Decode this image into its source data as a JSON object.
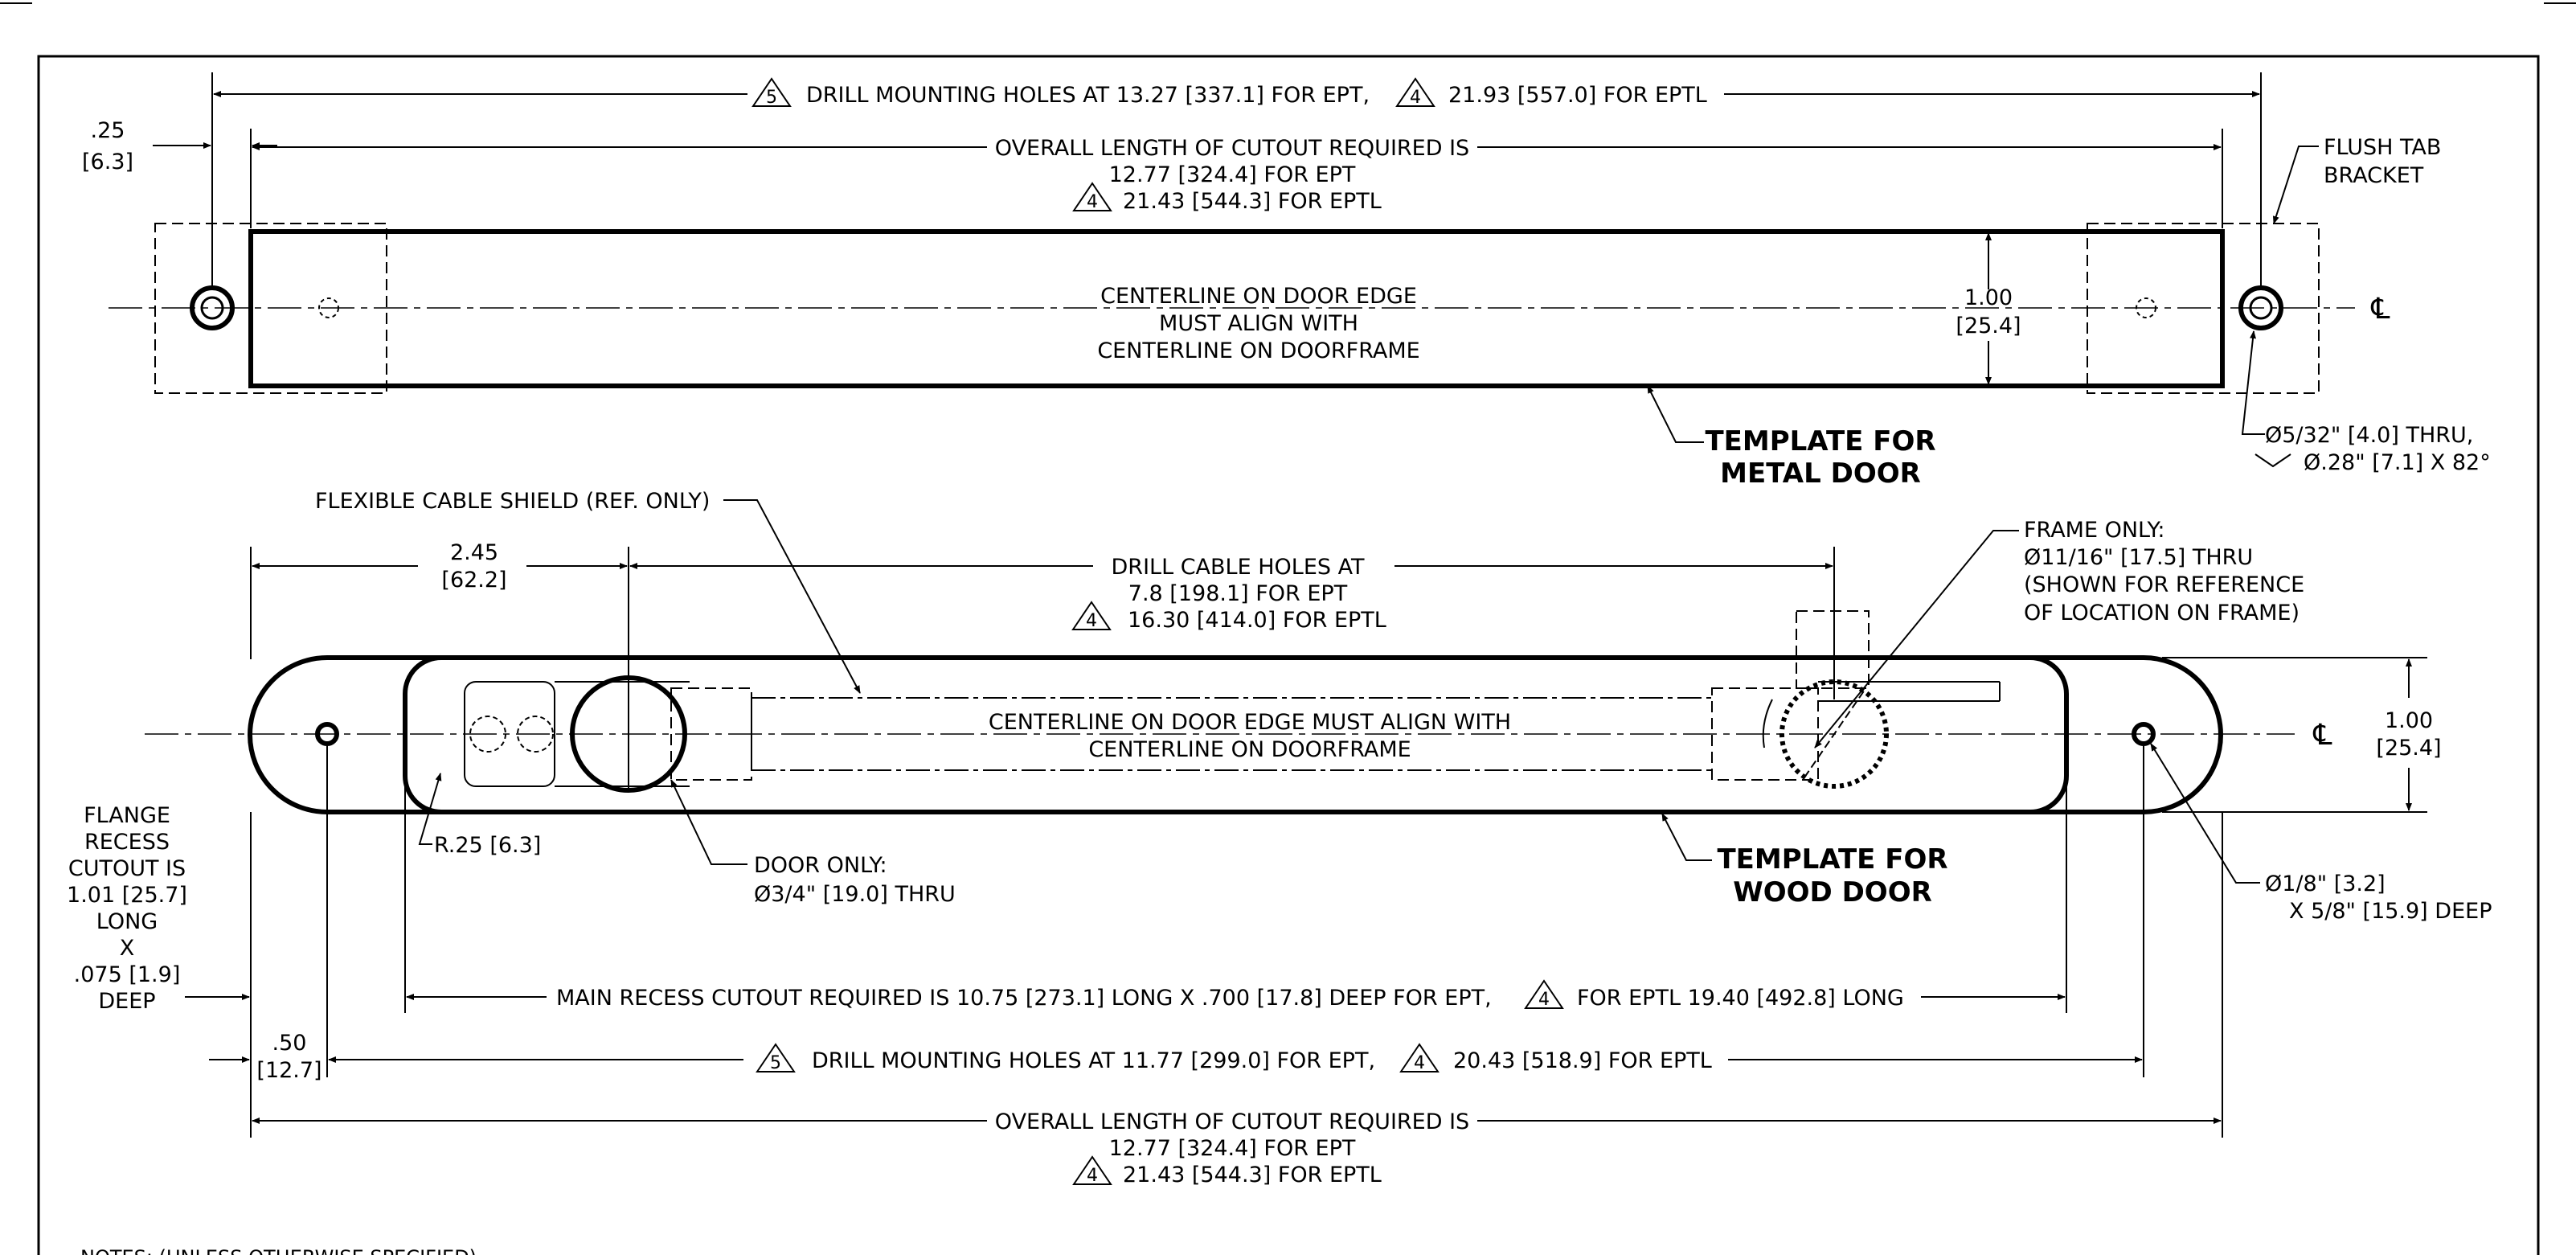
{
  "metal_door": {
    "top_dim": {
      "flag_1": "5",
      "text_1": "DRILL MOUNTING HOLES AT 13.27 [337.1] FOR EPT,",
      "flag_2": "4",
      "text_2": "21.93 [557.0] FOR EPTL"
    },
    "edge_offset": {
      "inch": ".25",
      "mm": "[6.3]"
    },
    "overall": {
      "line1": "OVERALL LENGTH OF CUTOUT REQUIRED IS",
      "line2": "12.77 [324.4] FOR EPT",
      "flag": "4",
      "line3": "21.43 [544.3] FOR EPTL"
    },
    "flush_tab": {
      "line1": "FLUSH TAB",
      "line2": "BRACKET"
    },
    "centerline_note": {
      "line1": "CENTERLINE ON DOOR EDGE",
      "line2": "MUST ALIGN WITH",
      "line3": "CENTERLINE ON DOORFRAME"
    },
    "height_dim": {
      "inch": "1.00",
      "mm": "[25.4]"
    },
    "cl_symbol": "℄",
    "hole_note": {
      "line1": "Ø5/32\" [4.0] THRU,",
      "line2": "Ø.28\" [7.1] X 82°"
    },
    "title": {
      "line1": "TEMPLATE FOR",
      "line2": "METAL DOOR"
    }
  },
  "wood_door": {
    "shield_label": "FLEXIBLE CABLE SHIELD (REF. ONLY)",
    "dim_245": {
      "inch": "2.45",
      "mm": "[62.2]"
    },
    "cable_holes": {
      "line1": "DRILL CABLE HOLES AT",
      "line2": "7.8 [198.1] FOR EPT",
      "flag": "4",
      "line3": "16.30 [414.0] FOR EPTL"
    },
    "frame_only": {
      "line1": "FRAME ONLY:",
      "line2": "Ø11/16\" [17.5] THRU",
      "line3": "(SHOWN FOR REFERENCE",
      "line4": "OF LOCATION ON FRAME)"
    },
    "centerline_note": {
      "line1": "CENTERLINE ON DOOR EDGE MUST ALIGN WITH",
      "line2": "CENTERLINE ON DOORFRAME"
    },
    "height_dim": {
      "inch": "1.00",
      "mm": "[25.4]"
    },
    "cl_symbol": "℄",
    "flange": {
      "line1": "FLANGE",
      "line2": "RECESS",
      "line3": "CUTOUT IS",
      "line4": "1.01 [25.7]",
      "line5": "LONG",
      "line6": "X",
      "line7": ".075 [1.9]",
      "line8": "DEEP"
    },
    "radius": "R.25 [6.3]",
    "door_only": {
      "line1": "DOOR ONLY:",
      "line2": "Ø3/4\" [19.0] THRU"
    },
    "title": {
      "line1": "TEMPLATE FOR",
      "line2": "WOOD DOOR"
    },
    "small_hole": {
      "line1": "Ø1/8\" [3.2]",
      "line2": "X 5/8\" [15.9] DEEP"
    },
    "main_recess": {
      "text_1": "MAIN RECESS CUTOUT REQUIRED IS 10.75 [273.1] LONG X .700 [17.8] DEEP FOR EPT,",
      "flag": "4",
      "text_2": "FOR EPTL 19.40 [492.8] LONG"
    },
    "edge_offset": {
      "inch": ".50",
      "mm": "[12.7]"
    },
    "mounting": {
      "flag_1": "5",
      "text_1": "DRILL MOUNTING HOLES AT 11.77 [299.0] FOR EPT,",
      "flag_2": "4",
      "text_2": "20.43 [518.9] FOR EPTL"
    },
    "overall": {
      "line1": "OVERALL LENGTH OF CUTOUT REQUIRED IS",
      "line2": "12.77 [324.4] FOR EPT",
      "flag": "4",
      "line3": "21.43 [544.3] FOR EPTL"
    }
  },
  "notes_heading": "NOTES: (UNLESS OTHERWISE SPECIFIED)"
}
